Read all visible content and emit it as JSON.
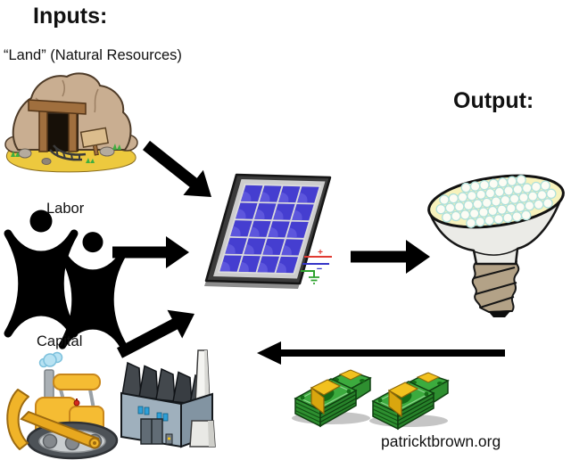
{
  "page": {
    "background": "#ffffff"
  },
  "diagram": {
    "inputs_title": "Inputs:",
    "output_title": "Output:",
    "labels": {
      "land": "“Land” (Natural Resources)",
      "labor": "Labor",
      "capital": "Capital"
    },
    "attribution": "patricktbrown.org",
    "wire_labels": {
      "positive": "+",
      "negative": "−"
    },
    "nodes": [
      {
        "id": "mine",
        "icon": "mine-icon",
        "label": "“Land” (Natural Resources)",
        "role": "input"
      },
      {
        "id": "workers",
        "icon": "workers-icon",
        "label": "Labor",
        "role": "input"
      },
      {
        "id": "bulldozer",
        "icon": "bulldozer-icon",
        "label": "Capital",
        "role": "input"
      },
      {
        "id": "factory",
        "icon": "factory-icon",
        "label": "Capital",
        "role": "input"
      },
      {
        "id": "solar-panel",
        "icon": "solar-panel-icon",
        "role": "process"
      },
      {
        "id": "led-bulb",
        "icon": "led-bulb-icon",
        "label": "Output:",
        "role": "output"
      },
      {
        "id": "money",
        "icon": "money-stacks-icon",
        "role": "payment"
      }
    ],
    "arrows": [
      {
        "id": "arrow-land-to-panel",
        "from": "mine",
        "to": "solar-panel"
      },
      {
        "id": "arrow-labor-to-panel",
        "from": "workers",
        "to": "solar-panel"
      },
      {
        "id": "arrow-capital-to-panel",
        "from": "bulldozer",
        "to": "solar-panel"
      },
      {
        "id": "arrow-panel-to-output",
        "from": "solar-panel",
        "to": "led-bulb"
      },
      {
        "id": "arrow-money-back",
        "from": "money",
        "to": "inputs"
      }
    ],
    "colors": {
      "solar_cell": "#453ed0",
      "solar_cell_highlight": "#5d56dd",
      "panel_frame": "#3b3b3b",
      "panel_bevel": "#cdcdcd",
      "panel_grid": "#dcdcdc",
      "wire_positive": "#e03a32",
      "wire_negative": "#3434c8",
      "wire_ground": "#2ea32e",
      "money_green": "#3cab3e",
      "band_yellow": "#f2c11e",
      "dozer_yellow": "#f5bc33",
      "bulb_face": "#f7f2bc",
      "arrow_black": "#000000"
    }
  }
}
